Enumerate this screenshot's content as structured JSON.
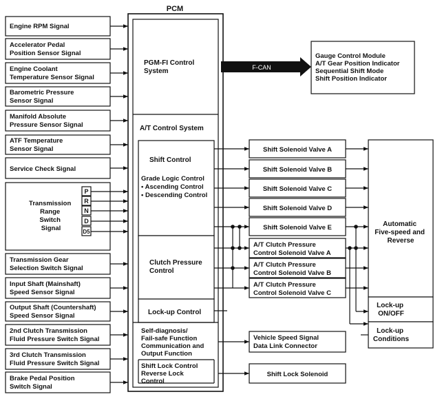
{
  "pcm_title": "PCM",
  "inputs": [
    {
      "lines": [
        "Engine RPM Signal"
      ]
    },
    {
      "lines": [
        "Accelerator Pedal",
        "Position Sensor Signal"
      ]
    },
    {
      "lines": [
        "Engine Coolant",
        "Temperature Sensor Signal"
      ]
    },
    {
      "lines": [
        "Barometric Pressure",
        "Sensor Signal"
      ]
    },
    {
      "lines": [
        "Manifold Absolute",
        "Pressure Sensor Signal"
      ]
    },
    {
      "lines": [
        "ATF Temperature",
        "Sensor Signal"
      ]
    },
    {
      "lines": [
        "Service Check Signal"
      ]
    },
    {
      "lines": [
        "Transmission Gear",
        "Selection Switch Signal"
      ]
    },
    {
      "lines": [
        "Input Shaft (Mainshaft)",
        "Speed Sensor Signal"
      ]
    },
    {
      "lines": [
        "Output Shaft (Countershaft)",
        "Speed Sensor Signal"
      ]
    },
    {
      "lines": [
        "2nd Clutch Transmission",
        "Fluid Pressure Switch Signal"
      ]
    },
    {
      "lines": [
        "3rd Clutch Transmission",
        "Fluid Pressure Switch Signal"
      ]
    },
    {
      "lines": [
        "Brake Pedal Position",
        "Switch Signal"
      ]
    }
  ],
  "range_switch": {
    "lines": [
      "Transmission",
      "Range",
      "Switch",
      "Signal"
    ],
    "positions": [
      "P",
      "R",
      "N",
      "D",
      "D5"
    ]
  },
  "pgmfi": {
    "lines": [
      "PGM-FI Control",
      "System"
    ]
  },
  "fcan_label": "F-CAN",
  "gauge": {
    "lines": [
      "Gauge Control Module",
      "A/T Gear Position Indicator",
      "Sequential Shift Mode",
      "Shift Position Indicator"
    ]
  },
  "at_system_label": "A/T Control System",
  "shift_control": {
    "title": "Shift Control",
    "grade_lines": [
      "Grade Logic Control",
      "• Ascending Control",
      "• Descending Control"
    ]
  },
  "clutch_control": {
    "lines": [
      "Clutch Pressure",
      "Control"
    ]
  },
  "lockup_control": {
    "lines": [
      "Lock-up Control"
    ]
  },
  "self_diag": {
    "lines": [
      "Self-diagnosis/",
      "Fail-safe Function",
      "Communication and",
      "Output Function"
    ]
  },
  "shift_lock": {
    "lines": [
      "Shift Lock Control",
      "Reverse Lock",
      "Control"
    ]
  },
  "solenoids": [
    {
      "lines": [
        "Shift Solenoid Valve A"
      ]
    },
    {
      "lines": [
        "Shift Solenoid Valve B"
      ]
    },
    {
      "lines": [
        "Shift Solenoid Valve C"
      ]
    },
    {
      "lines": [
        "Shift Solenoid Valve D"
      ]
    },
    {
      "lines": [
        "Shift Solenoid Valve E"
      ]
    }
  ],
  "clutch_valves": [
    {
      "lines": [
        "A/T Clutch Pressure",
        "Control Solenoid Valve A"
      ]
    },
    {
      "lines": [
        "A/T Clutch Pressure",
        "Control Solenoid Valve B"
      ]
    },
    {
      "lines": [
        "A/T Clutch Pressure",
        "Control Solenoid Valve C"
      ]
    }
  ],
  "vss": {
    "lines": [
      "Vehicle Speed Signal",
      "Data Link Connector"
    ]
  },
  "shift_lock_solenoid": {
    "lines": [
      "Shift Lock Solenoid"
    ]
  },
  "automatic": {
    "lines": [
      "Automatic",
      "Five-speed and",
      "Reverse"
    ]
  },
  "lockup_onoff": {
    "lines": [
      "Lock-up",
      "ON/OFF"
    ]
  },
  "lockup_conditions": {
    "lines": [
      "Lock-up",
      "Conditions"
    ]
  }
}
